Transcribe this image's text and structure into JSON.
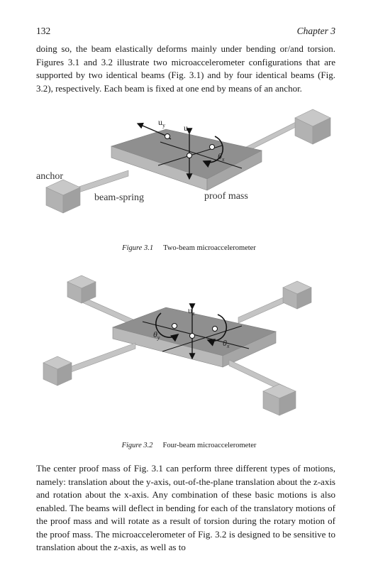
{
  "header": {
    "page_number": "132",
    "chapter": "Chapter 3"
  },
  "paragraph_1": "doing so, the beam elastically deforms mainly under bending or/and torsion. Figures 3.1 and 3.2 illustrate two microaccelerometer configurations that are supported by two identical beams (Fig. 3.1) and by four identical beams (Fig. 3.2), respectively. Each beam is fixed at one end by means of an anchor.",
  "figure_1": {
    "labels": {
      "anchor": "anchor",
      "beam_spring": "beam-spring",
      "proof_mass": "proof mass",
      "uy": "u",
      "uy_sub": "y",
      "uz": "u",
      "uz_sub": "z",
      "theta_x": "θ",
      "theta_x_sub": "x"
    },
    "caption_label": "Figure 3.1",
    "caption_text": "Two-beam microaccelerometer"
  },
  "figure_2": {
    "labels": {
      "uz": "u",
      "uz_sub": "z",
      "theta_y": "θ",
      "theta_y_sub": "y",
      "theta_x": "θ",
      "theta_x_sub": "x"
    },
    "caption_label": "Figure 3.2",
    "caption_text": "Four-beam microaccelerometer"
  },
  "paragraph_2": "The center proof mass of Fig. 3.1 can perform three different types of motions, namely: translation about the y-axis, out-of-the-plane translation about the z-axis and rotation about the x-axis. Any combination of these basic motions is also enabled. The beams will deflect in bending for each of the translatory motions of the proof mass and will rotate as a result of torsion during the rotary motion of the proof mass. The microaccelerometer of Fig. 3.2 is designed to be sensitive to translation about the z-axis, as well as to",
  "colors": {
    "mass_top": "#8f8f8f",
    "mass_side": "#b9b9b9",
    "beam": "#c4c4c4",
    "anchor_top": "#c8c8c8",
    "anchor_side": "#a8a8a8"
  }
}
